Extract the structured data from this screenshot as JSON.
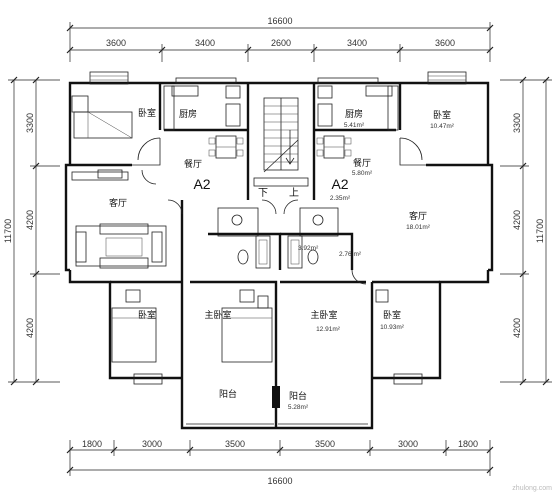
{
  "dimensions": {
    "top_total": "16600",
    "top_segments": [
      "3600",
      "3400",
      "2600",
      "3400",
      "3600"
    ],
    "bottom_total": "16600",
    "bottom_segments": [
      "1800",
      "3000",
      "3500",
      "3500",
      "3000",
      "1800"
    ],
    "left_total": "11700",
    "left_segments": [
      "3300",
      "4200",
      "4200"
    ],
    "right_total": "11700",
    "right_segments": [
      "3300",
      "4200",
      "4200"
    ]
  },
  "unit_labels": {
    "left": "A2",
    "right": "A2"
  },
  "stair": {
    "down": "下",
    "up": "上"
  },
  "rooms": {
    "left": {
      "bedroom_nw": {
        "name": "卧室"
      },
      "kitchen": {
        "name": "厨房"
      },
      "dining": {
        "name": "餐厅"
      },
      "living": {
        "name": "客厅"
      },
      "bedroom_s": {
        "name": "卧室"
      },
      "master": {
        "name": "主卧室"
      },
      "balcony": {
        "name": "阳台"
      }
    },
    "right": {
      "kitchen": {
        "name": "厨房",
        "area": "5.41m²"
      },
      "bedroom_ne": {
        "name": "卧室",
        "area": "10.47m²"
      },
      "dining": {
        "name": "餐厅",
        "area": "5.80m²"
      },
      "hall": {
        "area": "2.35m²"
      },
      "living": {
        "name": "客厅",
        "area": "18.01m²"
      },
      "bath_a": {
        "area": "3.92m²"
      },
      "bath_b": {
        "area": "2.76 m²"
      },
      "master": {
        "name": "主卧室",
        "area": "12.91m²"
      },
      "bedroom_s": {
        "name": "卧室",
        "area": "10.93m²"
      },
      "balcony": {
        "name": "阳台",
        "area": "5.28m²"
      }
    }
  },
  "watermark": "zhulong.com"
}
